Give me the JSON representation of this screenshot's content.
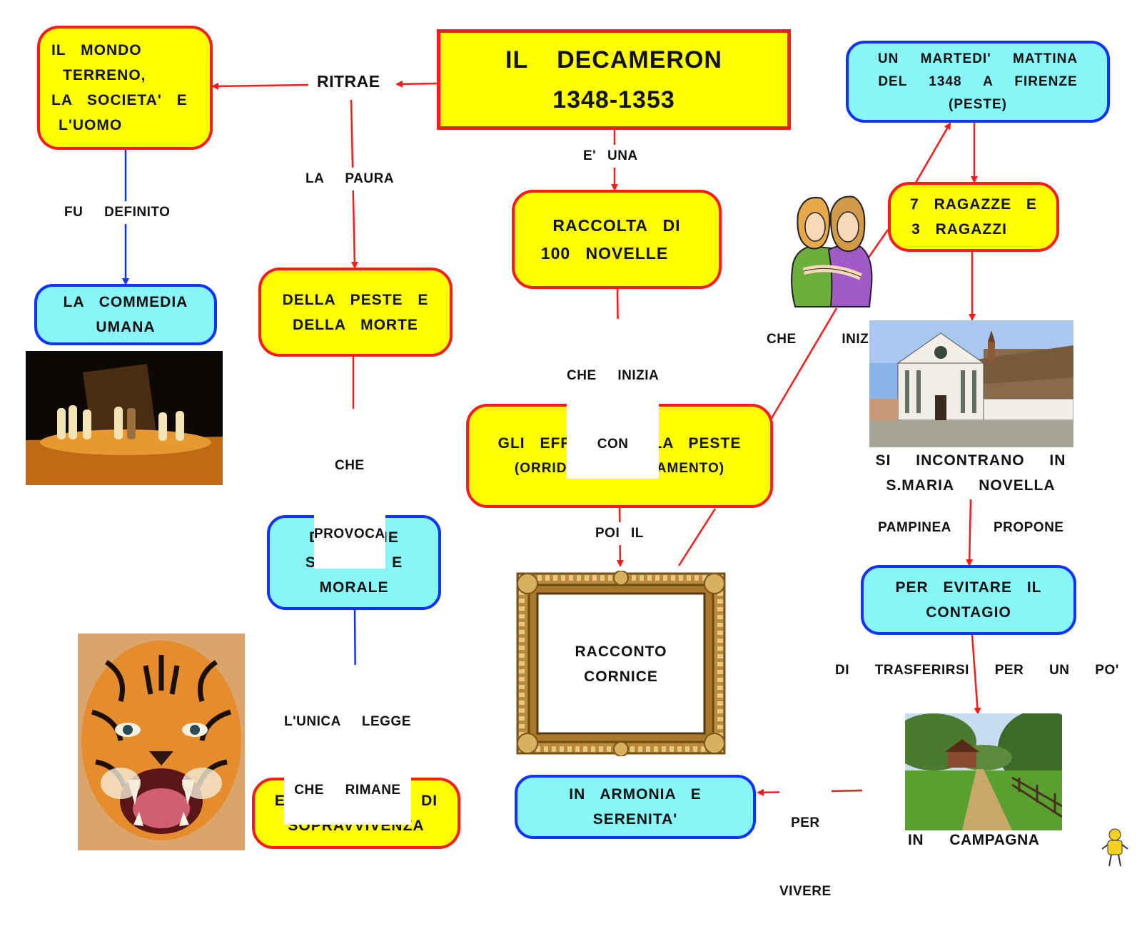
{
  "title": {
    "line1": "IL DECAMERON",
    "line2": "1348-1353"
  },
  "nodes": {
    "mondo": [
      "IL MONDO",
      "TERRENO,",
      "LA SOCIETA' E",
      "L'UOMO"
    ],
    "commedia": [
      "LA COMMEDIA",
      "UMANA"
    ],
    "peste_morte": [
      "DELLA PESTE E",
      "DELLA MORTE"
    ],
    "disordine": [
      "DISORDINE",
      "SOCIALE E",
      "MORALE"
    ],
    "spirito": [
      "E' LO SPIRITO DI",
      "SOPRAVVIVENZA"
    ],
    "raccolta": [
      "RACCOLTA DI",
      "100 NOVELLE"
    ],
    "effetti": [
      "GLI EFFETTI DELLA PESTE",
      "(ORRIDO COMINCIAMENTO)"
    ],
    "cornice": [
      "RACCONTO",
      "CORNICE"
    ],
    "armonia": [
      "IN ARMONIA E",
      "SERENITA'"
    ],
    "martedi": [
      "UN MARTEDI' MATTINA",
      "DEL 1348 A FIRENZE",
      "(PESTE)"
    ],
    "ragazze": [
      "7 RAGAZZE E",
      "3 RAGAZZI"
    ],
    "incontrano": [
      "SI INCONTRANO IN",
      "S.MARIA NOVELLA"
    ],
    "contagio": [
      "PER EVITARE IL",
      "CONTAGIO"
    ],
    "campagna": "IN CAMPAGNA"
  },
  "links": {
    "ritrae": "RITRAE",
    "fu_definito": "FU DEFINITO",
    "la_paura": "LA PAURA",
    "che_provoca": [
      "CHE",
      "PROVOCA"
    ],
    "unica_legge": [
      "L'UNICA LEGGE",
      "CHE RIMANE"
    ],
    "e_una": "E' UNA",
    "che_inizia_con": [
      "CHE INIZIA",
      "CON"
    ],
    "poi_il": "POI IL",
    "che_inizia": "CHE INIZIA",
    "pampinea": "PAMPINEA PROPONE",
    "trasferirsi": "DI TRASFERIRSI PER UN PO'",
    "per_vivere": [
      "PER",
      "VIVERE"
    ]
  },
  "colors": {
    "yellow": "#ffff00",
    "cyan": "#88f5f7",
    "red": "#ff1a1a",
    "blue": "#1133ff"
  },
  "images": [
    "theatre-stage-image",
    "tiger-image",
    "golden-frame-image",
    "two-girls-image",
    "santa-maria-novella-image",
    "countryside-image",
    "mascot-image"
  ]
}
